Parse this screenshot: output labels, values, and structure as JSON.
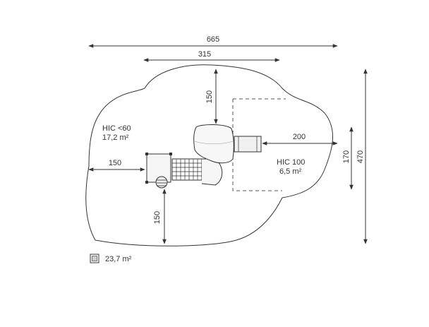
{
  "dimensions": {
    "total_width": "665",
    "center_width": "315",
    "top_clearance": "150",
    "slide_run": "200",
    "left_clearance": "150",
    "bottom_clearance": "150",
    "right_short_height": "170",
    "total_height": "470"
  },
  "zones": {
    "left_hic": "HIC <60",
    "left_area": "17,2 m²",
    "right_hic": "HIC 100",
    "right_area": "6,5 m²"
  },
  "legend": {
    "total_area": "23,7 m²",
    "icon": "surface-area-icon"
  },
  "colors": {
    "line": "#333333",
    "dashed": "#555555",
    "fill_light": "#f2f2f2"
  }
}
